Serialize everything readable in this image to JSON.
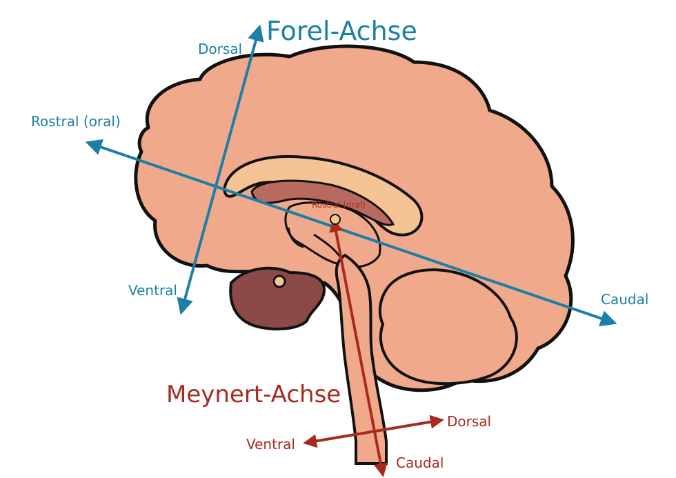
{
  "forel": {
    "title": "Forel-Achse",
    "dorsal": "Dorsal",
    "ventral": "Ventral",
    "rostral": "Rostral (oral)",
    "caudal": "Caudal",
    "color": "#1b7fa6"
  },
  "meynert": {
    "title": "Meynert-Achse",
    "rostral": "Rostral (oral)",
    "dorsal": "Dorsal",
    "ventral": "Ventral",
    "caudal": "Caudal",
    "color": "#a82a1e"
  },
  "colors": {
    "cortex": "#f0a98a",
    "corpus_callosum": "#f5c495",
    "ventricle": "#b86a5e",
    "cerebellum_dark": "#8b4a48",
    "outline": "#111111"
  }
}
